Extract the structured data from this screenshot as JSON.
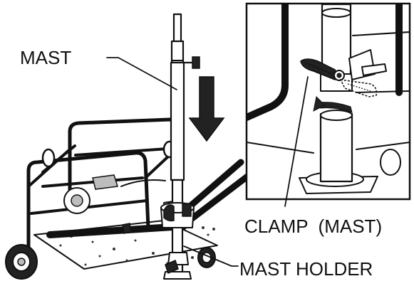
{
  "labels": {
    "mast": "MAST",
    "clamp": "CLAMP  (MAST)",
    "mast_holder": "MAST HOLDER"
  },
  "icons": [
    "down-arrow-icon",
    "curved-rotate-arrow-icon"
  ],
  "colors": {
    "line": "#111111",
    "background": "#ffffff",
    "shade": "#bdbdbd"
  }
}
